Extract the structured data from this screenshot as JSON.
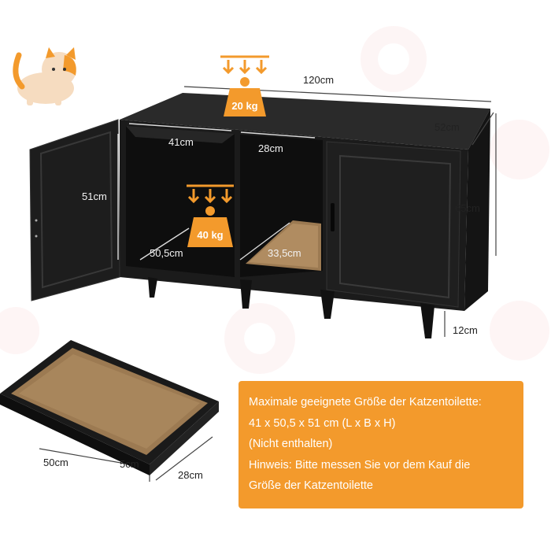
{
  "dimensions": {
    "width": "120cm",
    "depth": "52cm",
    "height": "65cm",
    "leg_height": "12cm",
    "left_compartment_width": "41cm",
    "left_compartment_height": "51cm",
    "left_compartment_depth": "50,5cm",
    "middle_compartment_width": "28cm",
    "middle_compartment_depth": "33,5cm",
    "scratcher_length": "50cm",
    "scratcher_width": "28cm",
    "scratcher_height": "5cm"
  },
  "load_ratings": {
    "top": "20 kg",
    "shelf": "40 kg"
  },
  "info_box": {
    "lines": [
      "Maximale geeignete Größe der Katzentoilette:",
      "41 x 50,5 x 51 cm (L x B x H)",
      "(Nicht enthalten)",
      "Hinweis: Bitte messen Sie vor dem Kauf die",
      "Größe der Katzentoilette"
    ]
  },
  "colors": {
    "accent_orange": "#f39a2c",
    "cabinet_black": "#1b1b1b",
    "cardboard": "#9c7a52"
  }
}
